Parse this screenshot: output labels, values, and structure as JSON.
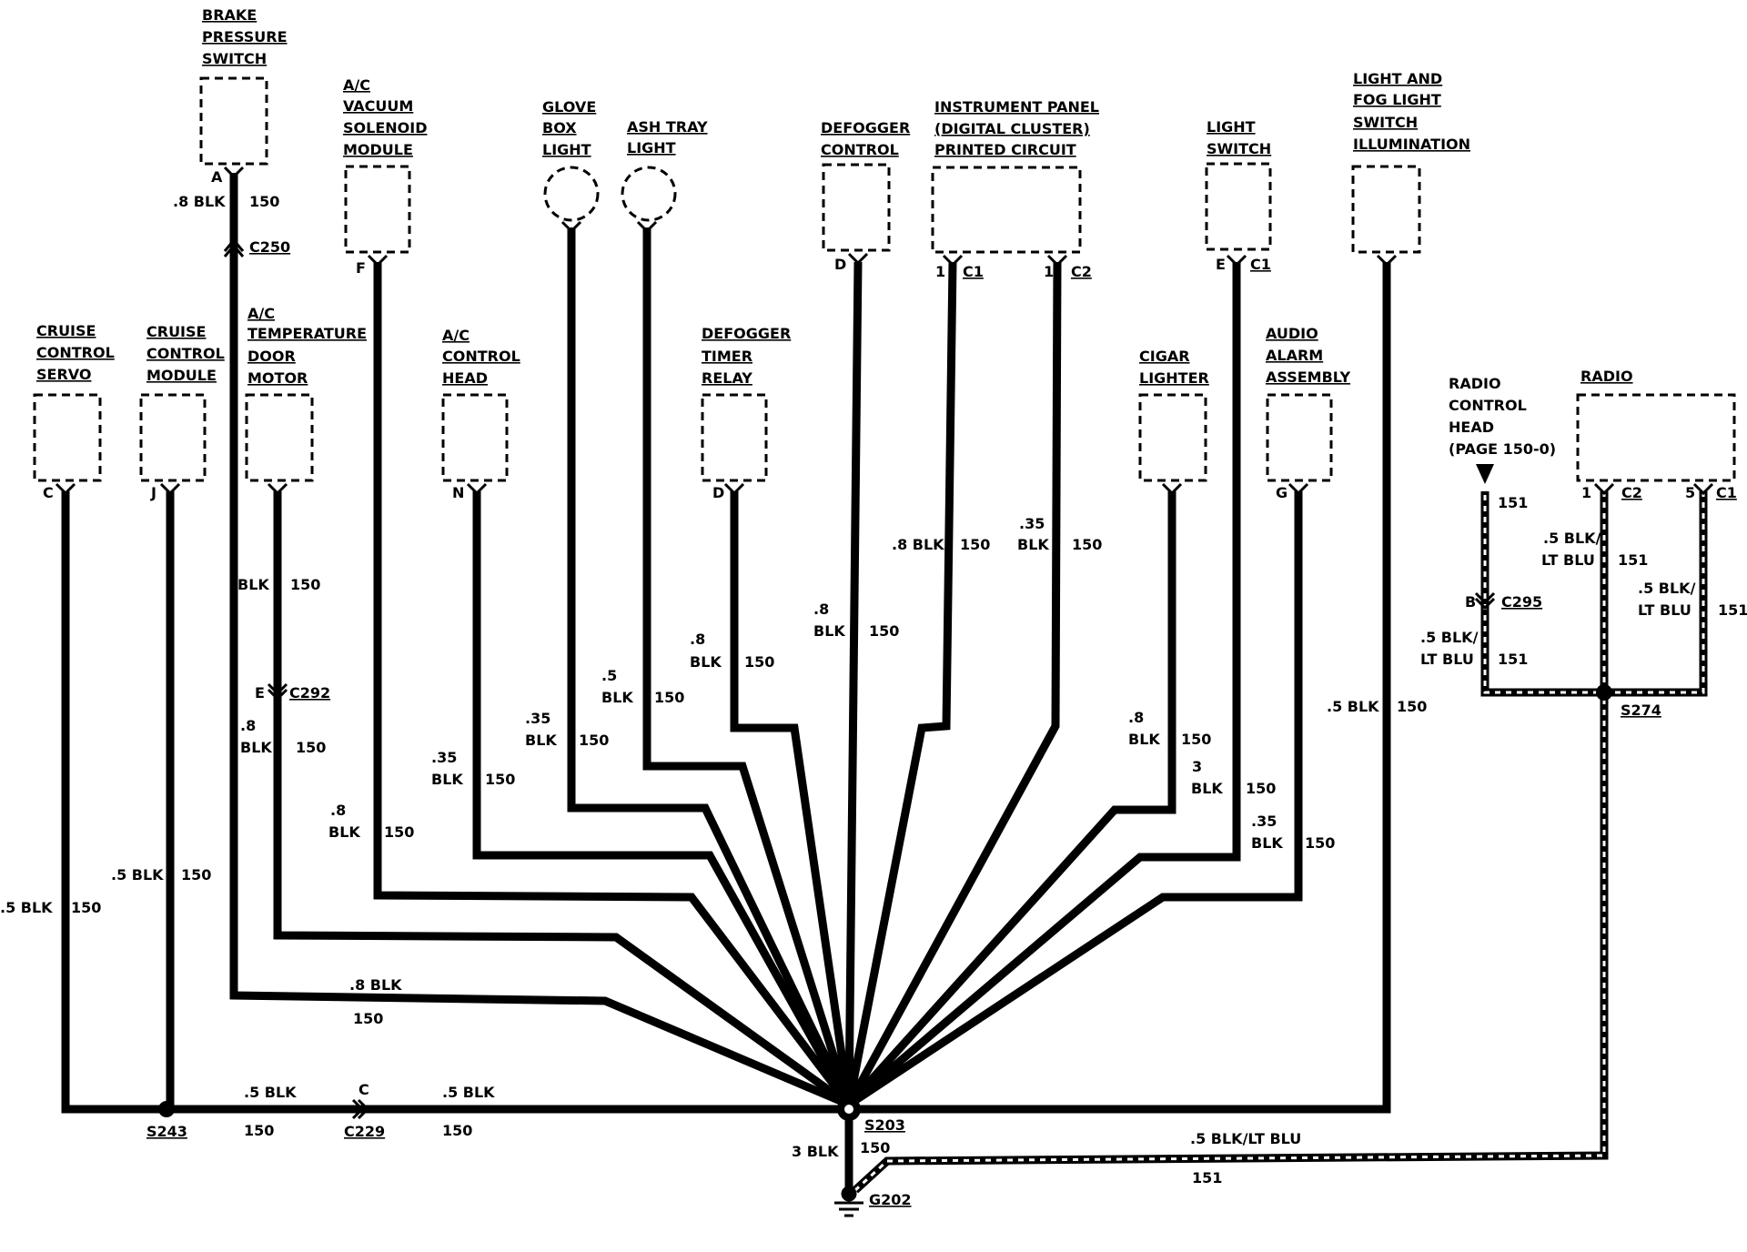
{
  "components": {
    "brake_pressure_switch": [
      "BRAKE",
      "PRESSURE",
      "SWITCH"
    ],
    "ac_vacuum_solenoid": [
      "A/C",
      "VACUUM",
      "SOLENOID",
      "MODULE"
    ],
    "glove_box_light": [
      "GLOVE",
      "BOX",
      "LIGHT"
    ],
    "ash_tray_light": [
      "ASH TRAY",
      "LIGHT"
    ],
    "defogger_control": [
      "DEFOGGER",
      "CONTROL"
    ],
    "instrument_panel": [
      "INSTRUMENT PANEL",
      "(DIGITAL CLUSTER)",
      "PRINTED CIRCUIT"
    ],
    "light_switch": [
      "LIGHT",
      "SWITCH"
    ],
    "light_fog_switch": [
      "LIGHT AND",
      "FOG LIGHT",
      "SWITCH",
      "ILLUMINATION"
    ],
    "cruise_control_servo": [
      "CRUISE",
      "CONTROL",
      "SERVO"
    ],
    "cruise_control_module": [
      "CRUISE",
      "CONTROL",
      "MODULE"
    ],
    "ac_temp_door_motor": [
      "A/C",
      "TEMPERATURE",
      "DOOR",
      "MOTOR"
    ],
    "ac_control_head": [
      "A/C",
      "CONTROL",
      "HEAD"
    ],
    "defogger_timer_relay": [
      "DEFOGGER",
      "TIMER",
      "RELAY"
    ],
    "cigar_lighter": [
      "CIGAR",
      "LIGHTER"
    ],
    "audio_alarm": [
      "AUDIO",
      "ALARM",
      "ASSEMBLY"
    ],
    "radio_control_head": [
      "RADIO",
      "CONTROL",
      "HEAD",
      "(PAGE 150-0)"
    ],
    "radio": [
      "RADIO"
    ]
  },
  "pins": {
    "brake": "A",
    "ac_vac": "F",
    "defog_ctrl": "D",
    "ip1": "1",
    "ip1_conn": "C1",
    "ip2": "1",
    "ip2_conn": "C2",
    "light_sw": "E",
    "light_sw_conn": "C1",
    "servo": "C",
    "module": "J",
    "ac_head": "N",
    "timer": "D",
    "audio": "G",
    "radio1": "1",
    "radio1_conn": "C2",
    "radio5": "5",
    "radio5_conn": "C1",
    "c292_pin": "E",
    "c295_pin": "B"
  },
  "connectors": {
    "c250": "C250",
    "c292": "C292",
    "c229_pin": "C",
    "c229": "C229",
    "c295": "C295"
  },
  "splices": {
    "s243": "S243",
    "s203": "S203",
    "s274": "S274"
  },
  "ground": {
    "g202": "G202"
  },
  "wires": {
    "brake_gauge": ".8 BLK",
    "brake_circ": "150",
    "temp_top_gauge": "BLK",
    "temp_top_circ": "150",
    "temp_bot_gauge1": ".8",
    "temp_bot_gauge2": "BLK",
    "temp_bot_circ": "150",
    "vac_gauge1": ".8",
    "vac_gauge2": "BLK",
    "vac_circ": "150",
    "head_gauge1": ".35",
    "head_gauge2": "BLK",
    "head_circ": "150",
    "glove_gauge1": ".35",
    "glove_gauge2": "BLK",
    "glove_circ": "150",
    "ash_gauge1": ".5",
    "ash_gauge2": "BLK",
    "ash_circ": "150",
    "timer_gauge1": ".8",
    "timer_gauge2": "BLK",
    "timer_circ": "150",
    "defog_gauge1": ".8",
    "defog_gauge2": "BLK",
    "defog_circ": "150",
    "ip1_gauge": ".8 BLK",
    "ip1_circ": "150",
    "ip2_gauge1": ".35",
    "ip2_gauge2": "BLK",
    "ip2_circ": "150",
    "cigar_gauge1": ".8",
    "cigar_gauge2": "BLK",
    "cigar_circ": "150",
    "lsw_gauge1": "3",
    "lsw_gauge2": "BLK",
    "lsw_circ": "150",
    "audio_gauge1": ".35",
    "audio_gauge2": "BLK",
    "audio_circ": "150",
    "illum_gauge": ".5 BLK",
    "illum_circ": "150",
    "servo_gauge": ".5 BLK",
    "servo_circ": "150",
    "module_gauge": ".5 BLK",
    "module_circ": "150",
    "brake_bus_gauge": ".8 BLK",
    "brake_bus_circ": "150",
    "bus1_gauge": ".5 BLK",
    "bus1_circ": "150",
    "bus2_gauge": ".5 BLK",
    "bus2_circ": "150",
    "ground_gauge": "3 BLK",
    "ground_circ": "150",
    "radio_gnd_gauge": ".5 BLK/LT BLU",
    "radio_gnd_circ": "151",
    "rch_circ": "151",
    "rch2_gauge1": ".5 BLK/",
    "rch2_gauge2": "LT BLU",
    "rch2_circ": "151",
    "r1_gauge1": ".5 BLK/",
    "r1_gauge2": "LT BLU",
    "r1_circ": "151",
    "r5_gauge1": ".5 BLK/",
    "r5_gauge2": "LT BLU",
    "r5_circ": "151"
  }
}
